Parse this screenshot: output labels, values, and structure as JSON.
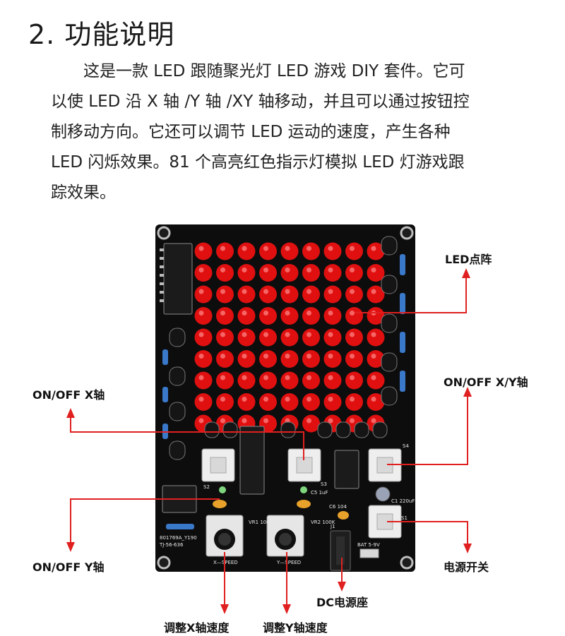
{
  "heading": {
    "number": "2.",
    "title": "功能说明"
  },
  "description": [
    "这是一款 LED 跟随聚光灯 LED 游戏 DIY 套件。它可",
    "以使 LED 沿 X 轴 /Y 轴 /XY 轴移动，并且可以通过按钮控",
    "制移动方向。它还可以调节 LED 运动的速度，产生各种",
    "LED 闪烁效果。81 个高亮红色指示灯模拟 LED 灯游戏跟",
    "踪效果。"
  ],
  "annotations": {
    "led_matrix": "LED点阵",
    "on_off_xy": "ON/OFF X/Y轴",
    "on_off_x": "ON/OFF X轴",
    "on_off_y": "ON/OFF Y轴",
    "power_switch": "电源开关",
    "dc_jack": "DC电源座",
    "adjust_x_speed": "调整X轴速度",
    "adjust_y_speed": "调整Y轴速度"
  },
  "board_silkscreen": {
    "s1": "S1",
    "s2": "S2",
    "s3": "S3",
    "s4": "S4",
    "vr1": "VR1 100K",
    "vr2": "VR2 100K",
    "x_speed": "X—SPEED",
    "y_speed": "Y—SPEED",
    "bat": "BAT 5-9V",
    "j1": "J1",
    "model": "801769A_Y190",
    "code": "TJ-56-636",
    "c5": "C5 1uF",
    "c6": "C6 104",
    "c1": "C1 220uF"
  },
  "colors": {
    "board": "#0d0d0d",
    "led": "#e01010",
    "arrow": "#e02020",
    "pcb_text": "#e8e8e8"
  }
}
